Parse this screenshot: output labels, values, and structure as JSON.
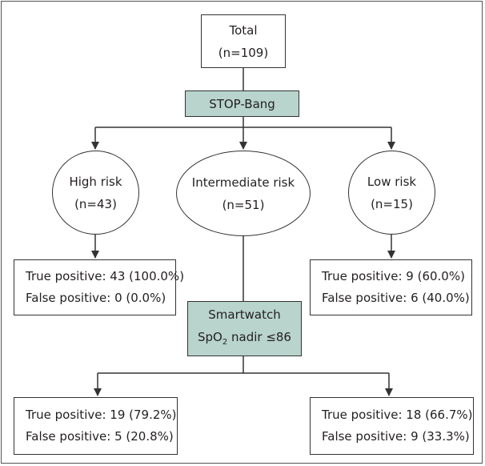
{
  "total": {
    "label": "Total",
    "count": "(n=109)"
  },
  "stop_bang": {
    "label": "STOP-Bang"
  },
  "high_risk": {
    "label": "High risk",
    "count": "(n=43)",
    "result": {
      "true_positive": "True positive: 43 (100.0%)",
      "false_positive": "False positive: 0 (0.0%)"
    }
  },
  "intermediate_risk": {
    "label": "Intermediate risk",
    "count": "(n=51)"
  },
  "low_risk": {
    "label": "Low risk",
    "count": "(n=15)",
    "result": {
      "true_positive": "True positive: 9 (60.0%)",
      "false_positive": "False positive: 6 (40.0%)"
    }
  },
  "smartwatch": {
    "label": "Smartwatch",
    "criterion_prefix": "SpO",
    "criterion_subscript": "2",
    "criterion_suffix": " nadir ≤86"
  },
  "smartwatch_left": {
    "true_positive": "True positive: 19 (79.2%)",
    "false_positive": "False positive: 5 (20.8%)"
  },
  "smartwatch_right": {
    "true_positive": "True positive: 18 (66.7%)",
    "false_positive": "False positive: 9 (33.3%)"
  },
  "colors": {
    "node_fill": "#b8d4cc",
    "line": "#333333"
  }
}
